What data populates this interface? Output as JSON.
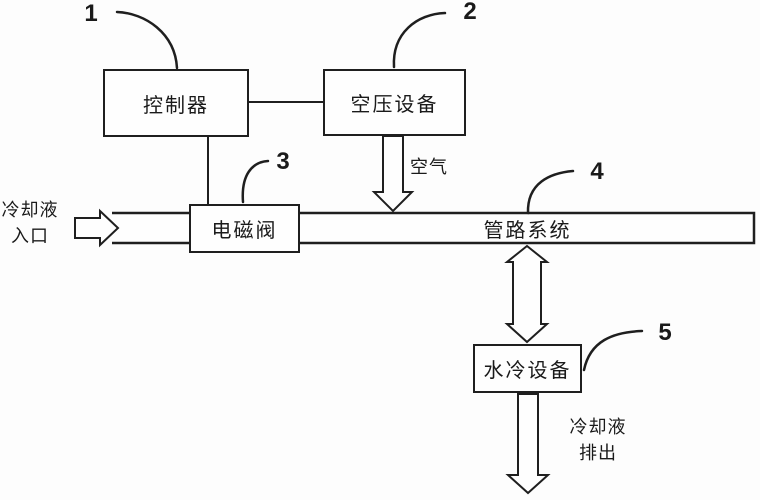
{
  "diagram": {
    "title_semantic": "cooling-pipeline-system-block-diagram",
    "colors": {
      "background": "#fdfdfd",
      "line": "#1f1f1f",
      "text": "#1a1a1a"
    },
    "boxes": {
      "controller": {
        "label": "控制器",
        "ref": "1"
      },
      "air_compressor": {
        "label": "空压设备",
        "ref": "2"
      },
      "solenoid_valve": {
        "label": "电磁阀",
        "ref": "3"
      },
      "pipe_system": {
        "label": "管路系统",
        "ref": "4"
      },
      "water_cooler": {
        "label": "水冷设备",
        "ref": "5"
      }
    },
    "flow_labels": {
      "coolant_inlet_line1": "冷却液",
      "coolant_inlet_line2": "入口",
      "air": "空气",
      "coolant_outlet_line1": "冷却液",
      "coolant_outlet_line2": "排出"
    }
  }
}
